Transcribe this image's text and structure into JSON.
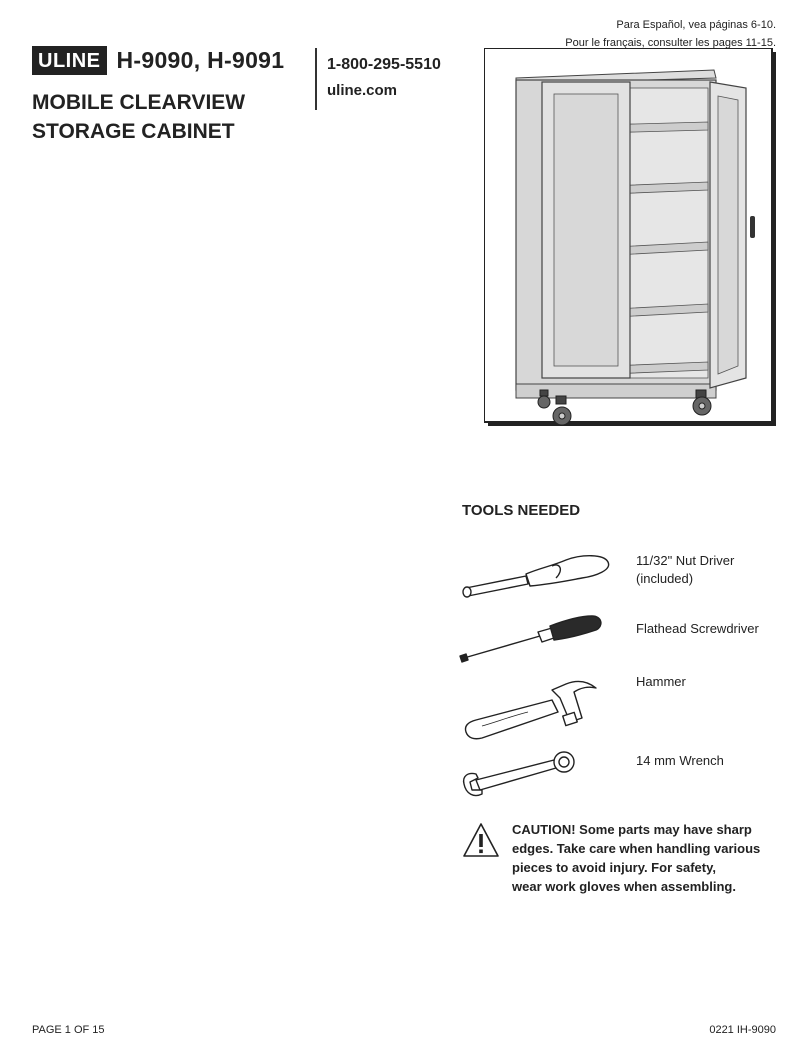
{
  "header": {
    "language_notes": [
      "Para Español, vea páginas 6-10.",
      "Pour le français, consulter les pages 11-15."
    ],
    "logo_text": "ULINE",
    "model_numbers": "H-9090, H-9091",
    "title_lines": [
      "MOBILE CLEARVIEW",
      "STORAGE CABINET"
    ],
    "phone": "1-800-295-5510",
    "website": "uline.com"
  },
  "tools": {
    "heading": "TOOLS NEEDED",
    "items": [
      {
        "label_lines": [
          "11/32\" Nut Driver",
          "(included)"
        ],
        "icon": "nut-driver-icon"
      },
      {
        "label_lines": [
          "Flathead Screwdriver"
        ],
        "icon": "flathead-screwdriver-icon"
      },
      {
        "label_lines": [
          "Hammer"
        ],
        "icon": "hammer-icon"
      },
      {
        "label_lines": [
          "14 mm Wrench"
        ],
        "icon": "wrench-icon"
      }
    ]
  },
  "caution": {
    "icon": "warning-triangle-icon",
    "lines": [
      "CAUTION! Some parts may have sharp",
      "edges. Take care when handling various",
      "pieces to avoid injury. For safety,",
      "wear work gloves when assembling."
    ]
  },
  "footer": {
    "page": "PAGE 1 OF 15",
    "doc_code": "0221 IH-9090"
  }
}
